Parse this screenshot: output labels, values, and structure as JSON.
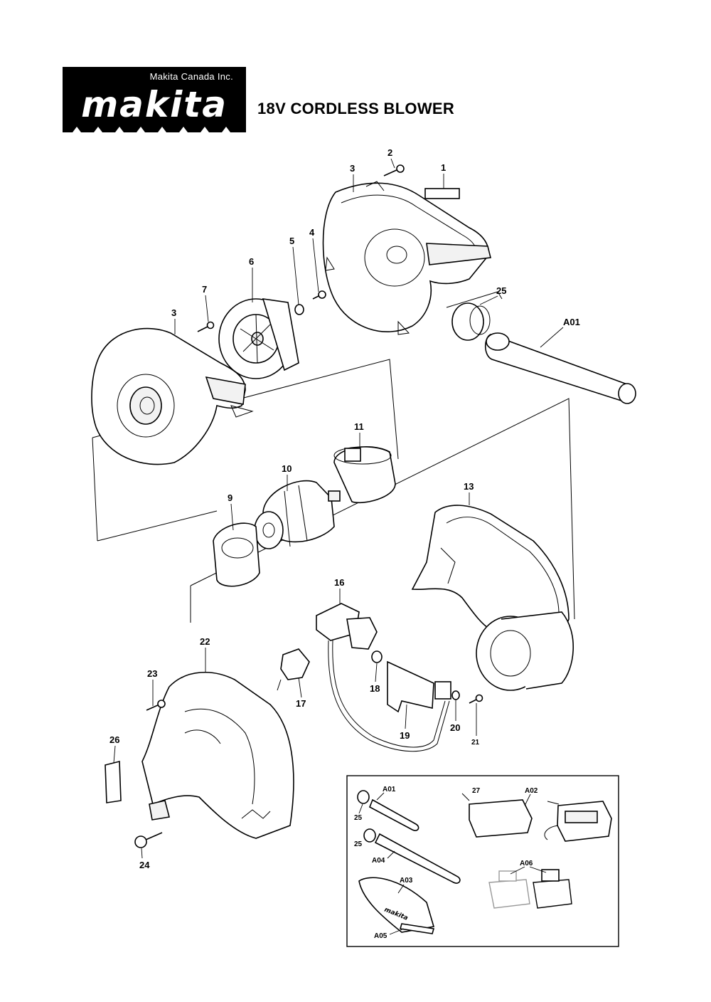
{
  "header": {
    "company": "Makita Canada Inc.",
    "brand": "makita",
    "title": "18V CORDLESS BLOWER"
  },
  "callouts": [
    {
      "id": "c1",
      "label": "1"
    },
    {
      "id": "c2",
      "label": "2"
    },
    {
      "id": "c3a",
      "label": "3"
    },
    {
      "id": "c3b",
      "label": "3"
    },
    {
      "id": "c4",
      "label": "4"
    },
    {
      "id": "c5",
      "label": "5"
    },
    {
      "id": "c6",
      "label": "6"
    },
    {
      "id": "c7",
      "label": "7"
    },
    {
      "id": "c25",
      "label": "25"
    },
    {
      "id": "cA01",
      "label": "A01"
    },
    {
      "id": "c11",
      "label": "11"
    },
    {
      "id": "c10",
      "label": "10"
    },
    {
      "id": "c9",
      "label": "9"
    },
    {
      "id": "c13",
      "label": "13"
    },
    {
      "id": "c16",
      "label": "16"
    },
    {
      "id": "c22",
      "label": "22"
    },
    {
      "id": "c23",
      "label": "23"
    },
    {
      "id": "c17",
      "label": "17"
    },
    {
      "id": "c18",
      "label": "18"
    },
    {
      "id": "c19",
      "label": "19"
    },
    {
      "id": "c20",
      "label": "20"
    },
    {
      "id": "c21",
      "label": "21"
    },
    {
      "id": "c26",
      "label": "26"
    },
    {
      "id": "c24",
      "label": "24"
    }
  ],
  "accessories": [
    {
      "id": "aA01",
      "label": "A01"
    },
    {
      "id": "a25a",
      "label": "25"
    },
    {
      "id": "a25b",
      "label": "25"
    },
    {
      "id": "aA04",
      "label": "A04"
    },
    {
      "id": "a27",
      "label": "27"
    },
    {
      "id": "aA02",
      "label": "A02"
    },
    {
      "id": "aA06",
      "label": "A06"
    },
    {
      "id": "aA03",
      "label": "A03"
    },
    {
      "id": "aA05",
      "label": "A05"
    }
  ],
  "nozzle_print": "makita"
}
